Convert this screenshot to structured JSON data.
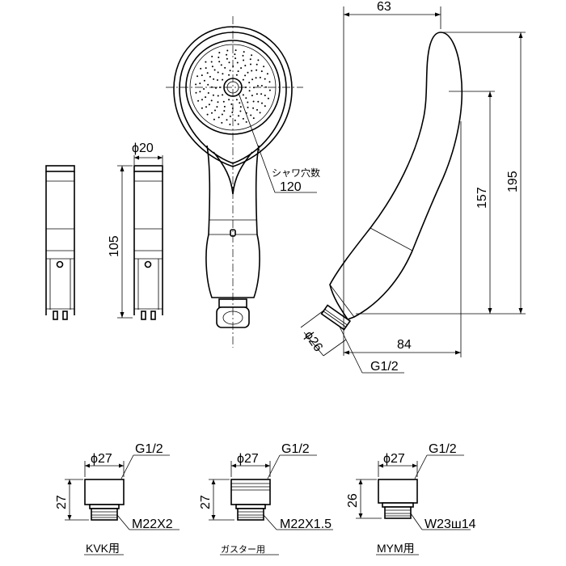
{
  "dimensions": {
    "holder_dia": "ϕ20",
    "holder_len": "105",
    "hole_label": "シャワ穴数",
    "hole_count": "120",
    "width_top": "63",
    "height_157": "157",
    "height_195": "195",
    "depth_84": "84",
    "conn_dia": "ϕ26",
    "conn_thread": "G1/2"
  },
  "adapters": [
    {
      "dia": "ϕ27",
      "thread": "G1/2",
      "height": "27",
      "spec": "M22X2",
      "label": "KVK用"
    },
    {
      "dia": "ϕ27",
      "thread": "G1/2",
      "height": "27",
      "spec": "M22X1.5",
      "label": "ガスター用"
    },
    {
      "dia": "ϕ27",
      "thread": "G1/2",
      "height": "26",
      "spec": "W23ш14",
      "label": "MYM用"
    }
  ]
}
